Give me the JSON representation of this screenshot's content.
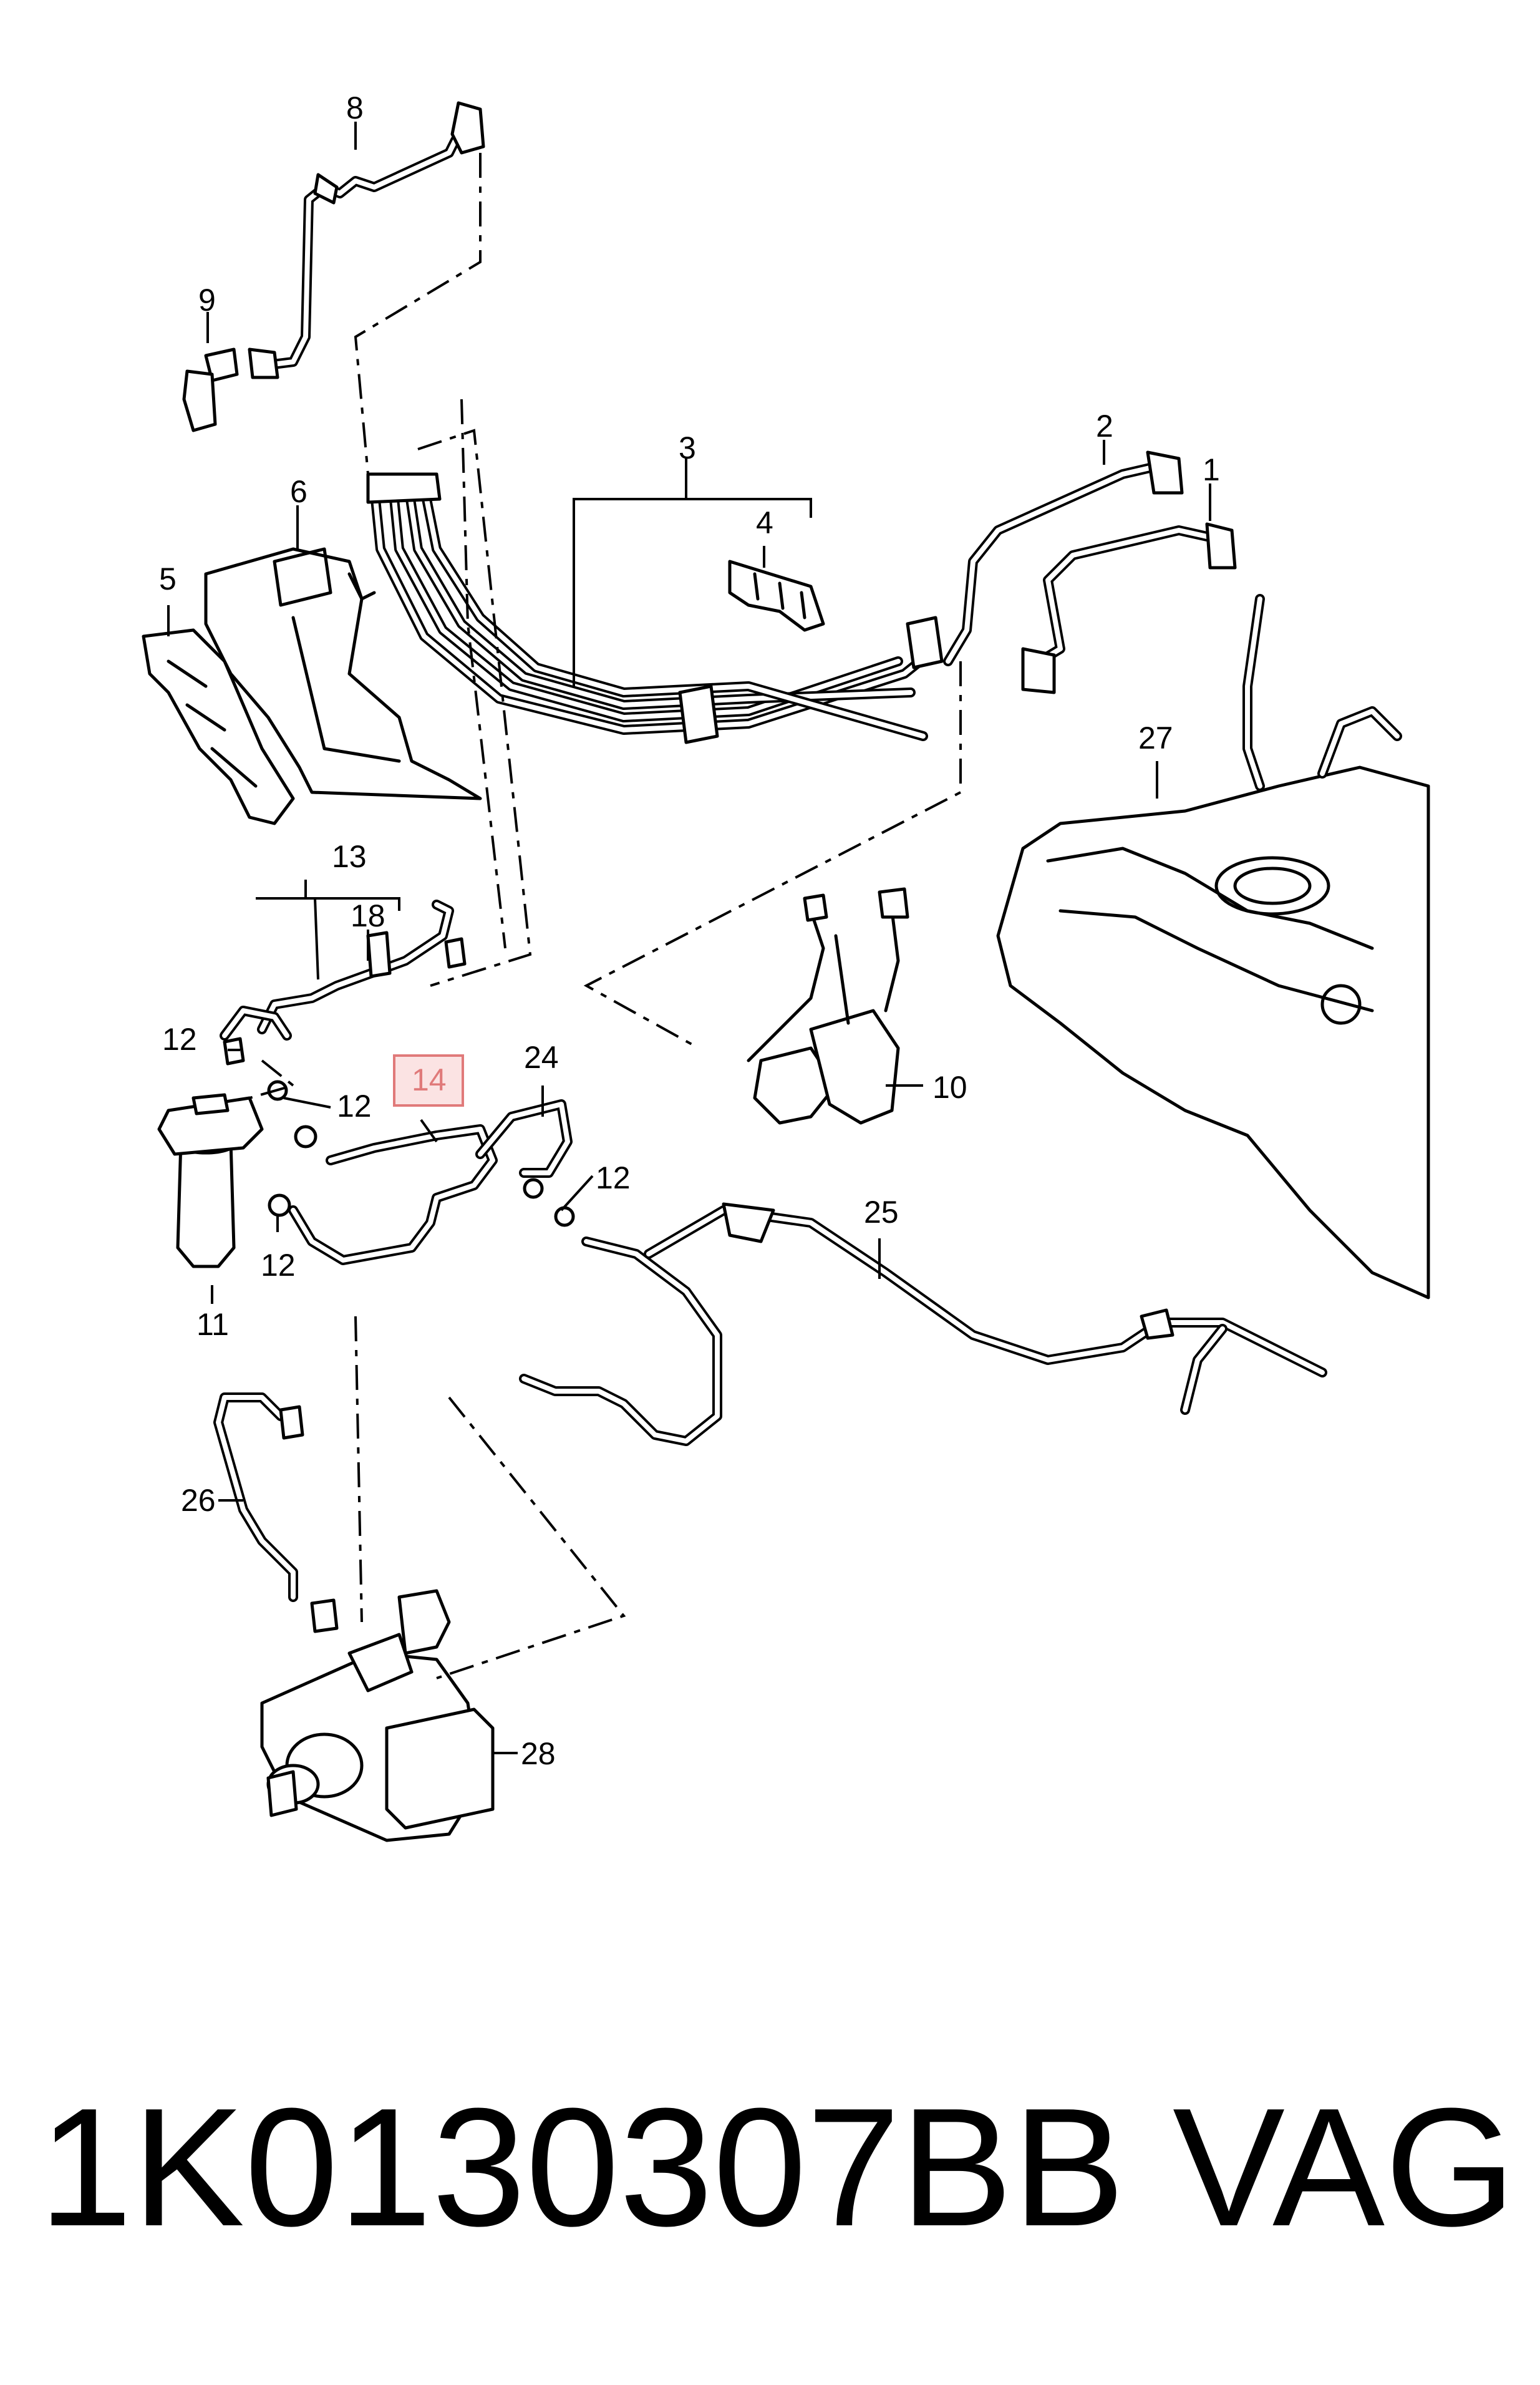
{
  "callouts": {
    "c1": "1",
    "c2": "2",
    "c3": "3",
    "c4": "4",
    "c5": "5",
    "c6": "6",
    "c8": "8",
    "c9": "9",
    "c10": "10",
    "c11": "11",
    "c12a": "12",
    "c12b": "12",
    "c12c": "12",
    "c12d": "12",
    "c13": "13",
    "c14": "14",
    "c18": "18",
    "c24": "24",
    "c25": "25",
    "c26": "26",
    "c27": "27",
    "c28": "28"
  },
  "highlight": {
    "callout": "14",
    "color": "#e07a7a",
    "fill": "#fbe3e3"
  },
  "footer": {
    "part_number": "1K0130307BB",
    "brand": "VAG"
  }
}
